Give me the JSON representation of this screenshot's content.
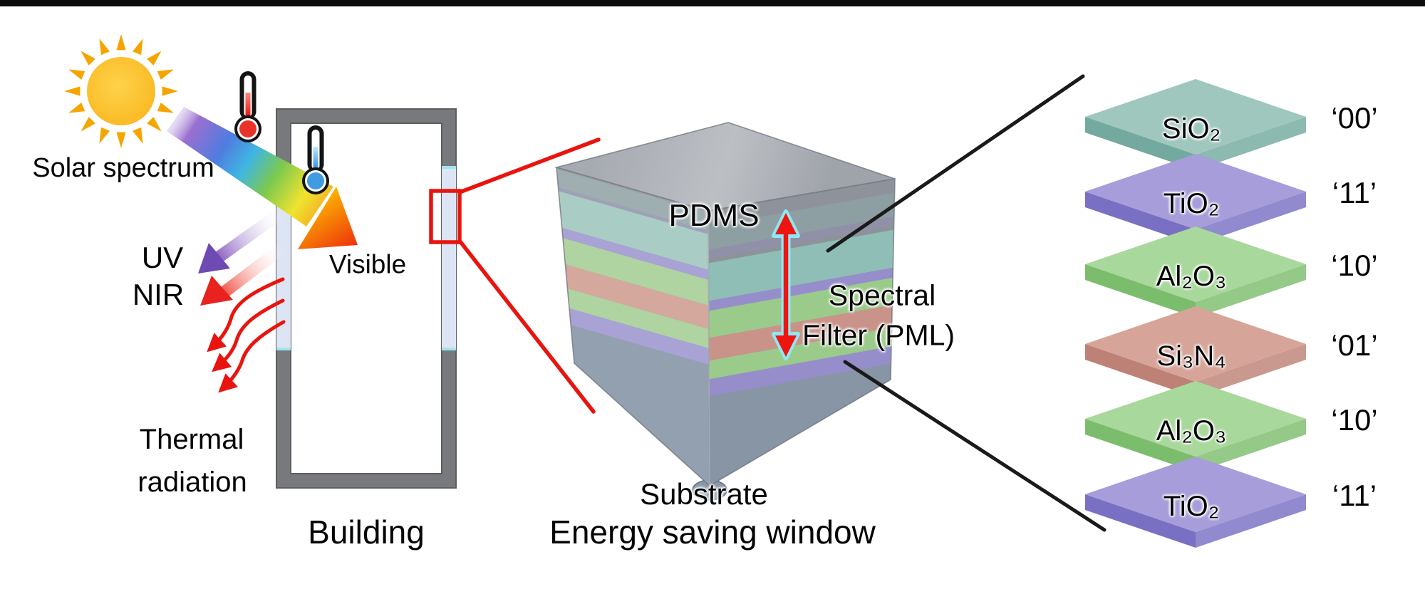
{
  "figure": {
    "top_bar_color": "#0d0d0d",
    "background": "#ffffff"
  },
  "left_panel": {
    "solar_spectrum_label": "Solar spectrum",
    "uv_label": "UV",
    "nir_label": "NIR",
    "thermal_label_line1": "Thermal",
    "thermal_label_line2": "radiation",
    "visible_label": "Visible",
    "building_label": "Building",
    "colors": {
      "sun_core": "#f9b822",
      "sun_ray": "#f5a500",
      "building_frame": "#77797c",
      "building_inner": "#ffffff",
      "window_pane": "#dde4f4",
      "window_edge": "#9fe5ef",
      "uv_arrow": "#6f4ab2",
      "nir_arrow": "#e8231f",
      "thermal_wave": "#e8150f",
      "thermo_red": "#e8322a",
      "thermo_blue": "#3f9ce0",
      "rainbow_violet": "#9a6fd0",
      "rainbow_blue": "#4f7ce0",
      "rainbow_cyan": "#3fb6e2",
      "rainbow_green": "#7cc94f",
      "rainbow_yellow": "#efe32f",
      "rainbow_orange": "#f6a41f",
      "visible_arrow_start": "#fcb900",
      "visible_arrow_end": "#ee2c0c"
    }
  },
  "middle_panel": {
    "pdms_label": "PDMS",
    "spectral_filter_label_line1": "Spectral",
    "spectral_filter_label_line2": "Filter (PML)",
    "substrate_label": "Substrate",
    "caption": "Energy saving window",
    "callout_color": "#e8150f",
    "arrow_color": "#ee1511",
    "arrow_halo": "#8ee8f2",
    "cube_colors": {
      "top": "#a6aab1",
      "top_light": "#bcbfc4",
      "pdms_left": "#9ba1a9",
      "pdms_right": "#8e939b",
      "teal_left": "#a9cdc5",
      "teal_right": "#8fbeb7",
      "purple_left": "#a9a2d5",
      "purple_right": "#968ecb",
      "green_left": "#afd4a1",
      "green_right": "#9bcb8b",
      "salmon_left": "#d4a89d",
      "salmon_right": "#ca938a",
      "substrate_left": "#93a0af",
      "substrate_right": "#8795a5",
      "edge": "#6d717a"
    }
  },
  "right_panel": {
    "callout_line_color": "#1a1a1a",
    "layers": [
      {
        "material": "SiO₂",
        "code": "‘00’",
        "top_color": "#9fc7be",
        "side_color": "#73a99f"
      },
      {
        "material": "TiO₂",
        "code": "‘11’",
        "top_color": "#a69dda",
        "side_color": "#7a70c3"
      },
      {
        "material": "Al₂O₃",
        "code": "‘10’",
        "top_color": "#a8d89b",
        "side_color": "#7cbd6d"
      },
      {
        "material": "Si₃N₄",
        "code": "‘01’",
        "top_color": "#d7a49a",
        "side_color": "#bd8176"
      },
      {
        "material": "Al₂O₃",
        "code": "‘10’",
        "top_color": "#a8d89b",
        "side_color": "#7cbd6d"
      },
      {
        "material": "TiO₂",
        "code": "‘11’",
        "top_color": "#a69dda",
        "side_color": "#7a70c3"
      }
    ]
  }
}
